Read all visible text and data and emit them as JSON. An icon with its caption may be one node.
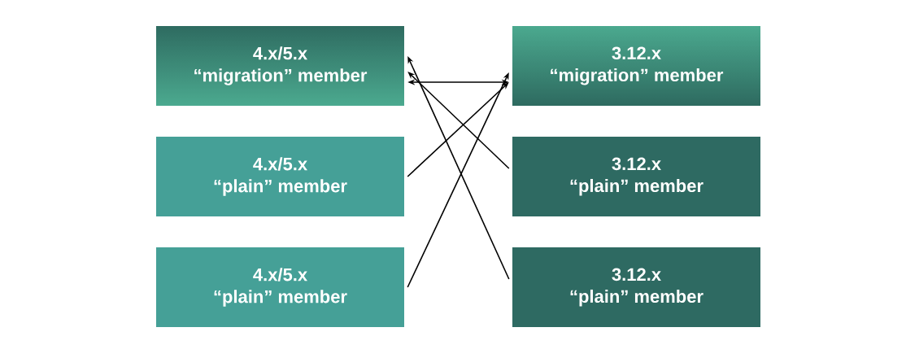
{
  "diagram": {
    "nodes": [
      {
        "text": [
          "4.x/5.x",
          "“migration” member"
        ]
      },
      {
        "text": [
          "3.12.x",
          "“migration” member"
        ]
      },
      {
        "text": [
          "4.x/5.x",
          "“plain” member"
        ]
      },
      {
        "text": [
          "3.12.x",
          "“plain” member"
        ]
      },
      {
        "text": [
          "4.x/5.x",
          "“plain” member"
        ]
      },
      {
        "text": [
          "3.12.x",
          "“plain” member"
        ]
      }
    ],
    "edges": [
      {
        "from": 0,
        "to": 1,
        "arrow": "both"
      },
      {
        "from": 2,
        "to": 1,
        "arrow": "to"
      },
      {
        "from": 4,
        "to": 1,
        "arrow": "to"
      },
      {
        "from": 3,
        "to": 0,
        "arrow": "to"
      },
      {
        "from": 5,
        "to": 0,
        "arrow": "to"
      }
    ]
  }
}
